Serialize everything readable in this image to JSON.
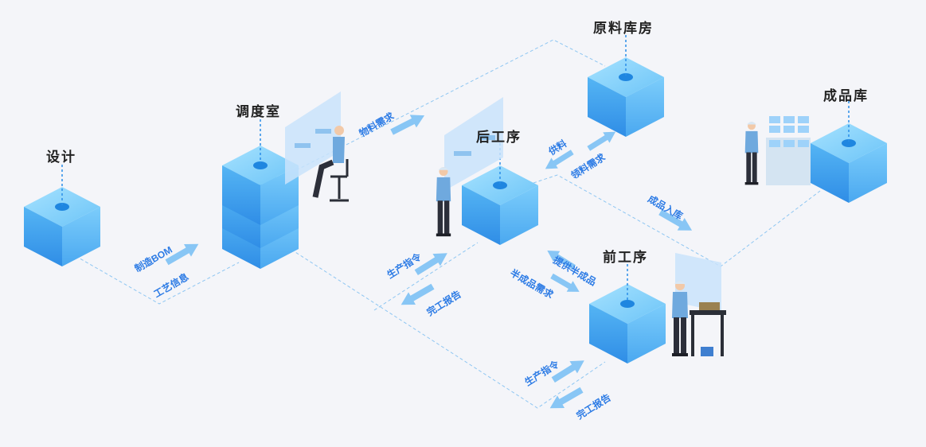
{
  "nodes": {
    "design": "设计",
    "dispatch": "调度室",
    "raw_warehouse": "原料库房",
    "back_process": "后工序",
    "front_process": "前工序",
    "finished_warehouse": "成品库"
  },
  "flows": {
    "bom": "制造BOM",
    "process_info": "工艺信息",
    "material_demand": "物料需求",
    "prod_order_back": "生产指令",
    "done_report_back": "完工报告",
    "supply": "供料",
    "pick_demand": "领料需求",
    "into_warehouse": "成品入库",
    "provide_semi": "提供半成品",
    "semi_demand": "半成品需求",
    "prod_order_front": "生产指令",
    "done_report_front": "完工报告"
  },
  "colors": {
    "cube_top": "#7fd0fb",
    "cube_left": "#3a9ee9",
    "cube_right": "#62bdf7",
    "arrow": "#88c6f5",
    "label": "#2c7be5",
    "dash": "#8ec6f2"
  }
}
